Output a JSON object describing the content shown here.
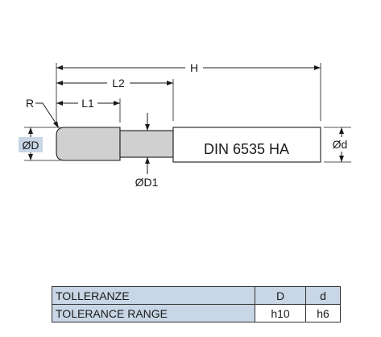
{
  "drawing": {
    "dims": {
      "H": "H",
      "L2": "L2",
      "L1": "L1",
      "R": "R",
      "D": "ØD",
      "D1": "ØD1",
      "d": "Ød"
    },
    "standard": "DIN 6535 HA"
  },
  "table": {
    "row1_label": "TOLLERANZE",
    "row2_label": "TOLERANCE RANGE",
    "col_D": "D",
    "col_d": "d",
    "tol_D": "h10",
    "tol_d": "h6"
  },
  "colors": {
    "body_fill": "#d0d0d0",
    "label_highlight": "#c8d6e5",
    "table_header": "#c8d6e5"
  }
}
